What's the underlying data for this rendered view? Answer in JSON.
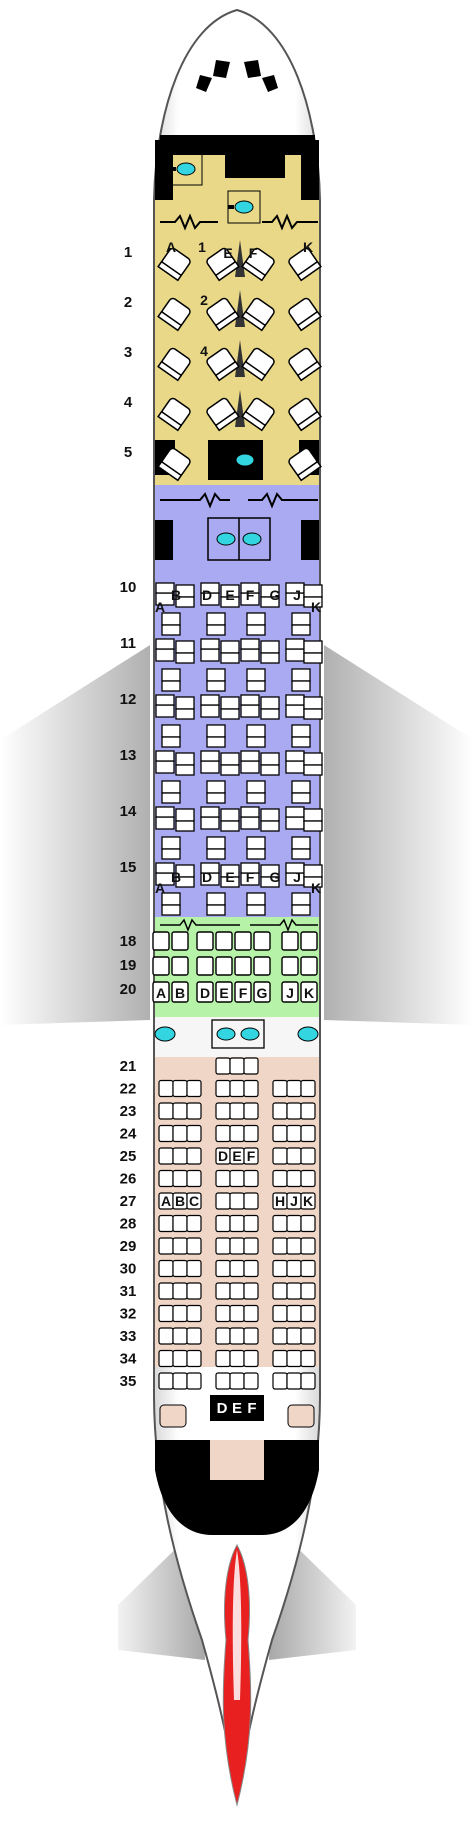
{
  "colors": {
    "first": "#e8d888",
    "club_world": "#aaaaf2",
    "world_traveller_plus": "#b6f2a8",
    "world_traveller": "#f0d6c6",
    "galley": "#000000",
    "lavatory": "#33d6e0",
    "fuselage": "#ffffff",
    "wing": "#c8c8c8",
    "tail": "#e82020"
  },
  "icons": [
    "lavatory-icon",
    "cockpit-windows-icon",
    "tail-fin-icon"
  ],
  "first": {
    "rows": [
      "1",
      "2",
      "3",
      "4",
      "5"
    ],
    "letters": [
      "A",
      "1",
      "E",
      "F",
      "K",
      "2",
      "4"
    ]
  },
  "club_world": {
    "rows": [
      "10",
      "11",
      "12",
      "13",
      "14",
      "15"
    ],
    "top_letters": [
      "B",
      "D",
      "E",
      "F",
      "G",
      "J"
    ],
    "side_letters": [
      "A",
      "K"
    ],
    "bottom_letters": [
      "B",
      "D",
      "E",
      "F",
      "G",
      "J"
    ],
    "bottom_side_letters": [
      "A",
      "K"
    ]
  },
  "world_traveller_plus": {
    "rows": [
      "18",
      "19",
      "20"
    ],
    "letters": [
      "A",
      "B",
      "D",
      "E",
      "F",
      "G",
      "J",
      "K"
    ]
  },
  "world_traveller": {
    "rows": [
      "21",
      "22",
      "23",
      "24",
      "25",
      "26",
      "27",
      "28",
      "29",
      "30",
      "31",
      "32",
      "33",
      "34",
      "35"
    ],
    "mid_letters": [
      "D",
      "E",
      "F"
    ],
    "left_letters": [
      "A",
      "B",
      "C"
    ],
    "right_letters": [
      "H",
      "J",
      "K"
    ],
    "rear_letters": [
      "D",
      "E",
      "F"
    ]
  }
}
